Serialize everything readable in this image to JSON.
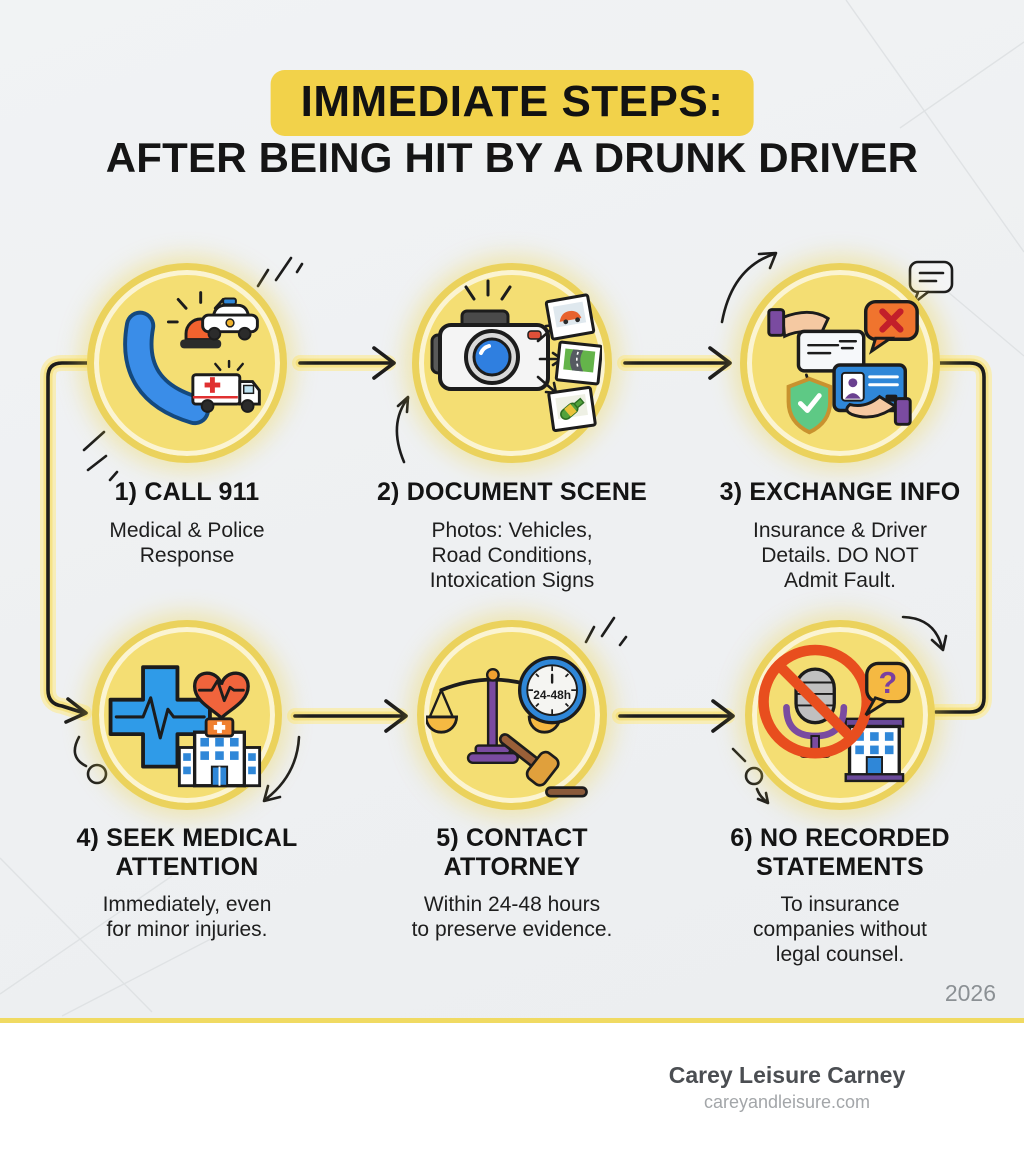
{
  "header": {
    "title_highlight": "IMMEDIATE STEPS:",
    "title_sub": "AFTER BEING HIT BY A DRUNK DRIVER"
  },
  "steps": [
    {
      "heading": "1) CALL 911",
      "description": "Medical & Police\nResponse",
      "icon": "phone-siren-police-ambulance-icon"
    },
    {
      "heading": "2) DOCUMENT SCENE",
      "description": "Photos: Vehicles,\nRoad Conditions,\nIntoxication Signs",
      "icon": "camera-photos-icon"
    },
    {
      "heading": "3) EXCHANGE INFO",
      "description": "Insurance & Driver\nDetails. DO NOT\nAdmit Fault.",
      "icon": "hands-exchange-cards-icon"
    },
    {
      "heading": "4) SEEK MEDICAL\nATTENTION",
      "description": "Immediately, even\nfor minor injuries.",
      "icon": "medical-cross-hospital-icon"
    },
    {
      "heading": "5) CONTACT\nATTORNEY",
      "description": "Within 24-48 hours\nto preserve evidence.",
      "icon": "scales-clock-gavel-icon",
      "clock_label": "24-48h"
    },
    {
      "heading": "6) NO RECORDED\nSTATEMENTS",
      "description": "To insurance\ncompanies without\nlegal counsel.",
      "icon": "no-microphone-building-icon",
      "bubble_glyph": "?"
    }
  ],
  "footer": {
    "year": "2026",
    "company": "Carey Leisure Carney",
    "website": "careyandleisure.com"
  },
  "colors": {
    "accent_yellow": "#f2d24a",
    "circle_fill": "#f4de73",
    "circle_ring": "#ebd25c",
    "divider_yellow": "#f0da62",
    "arrow_black": "#1c1c1c"
  }
}
